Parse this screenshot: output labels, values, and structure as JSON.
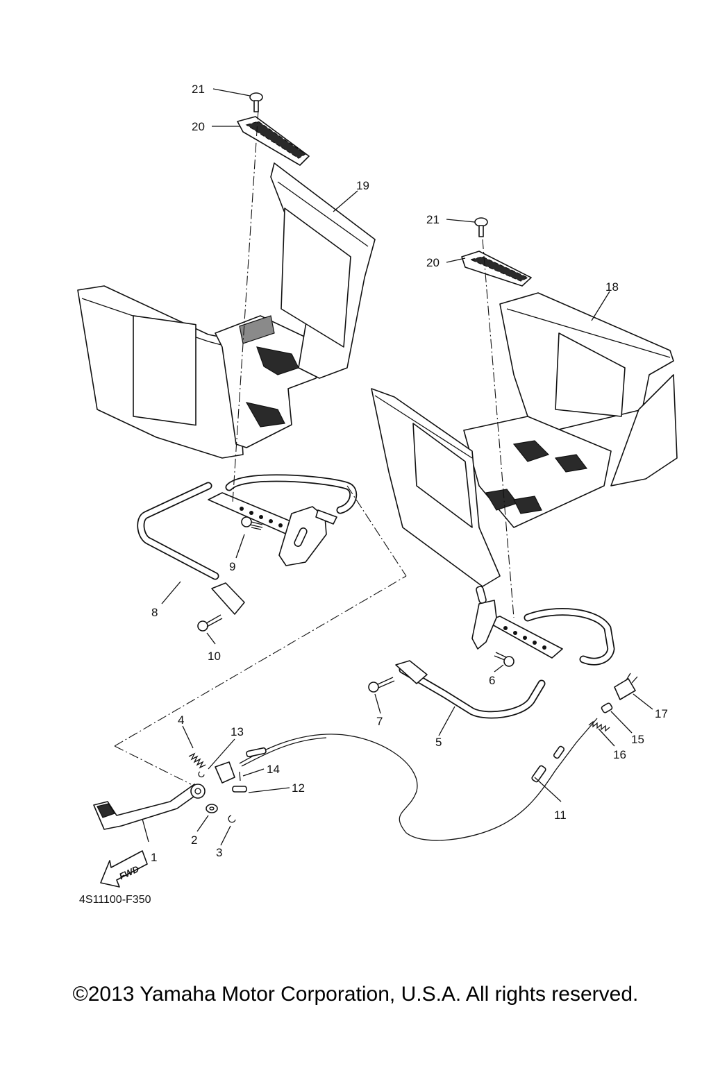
{
  "diagram": {
    "callouts": [
      "1",
      "2",
      "3",
      "4",
      "5",
      "6",
      "7",
      "8",
      "9",
      "10",
      "11",
      "12",
      "13",
      "14",
      "15",
      "16",
      "17",
      "18",
      "19",
      "20",
      "21"
    ],
    "right_callout_20": "20",
    "right_callout_21": "21",
    "fwd_label": "FWD",
    "drawing_code": "4S11100-F350"
  },
  "footer": {
    "copyright": "©2013 Yamaha Motor Corporation, U.S.A. All rights reserved."
  }
}
